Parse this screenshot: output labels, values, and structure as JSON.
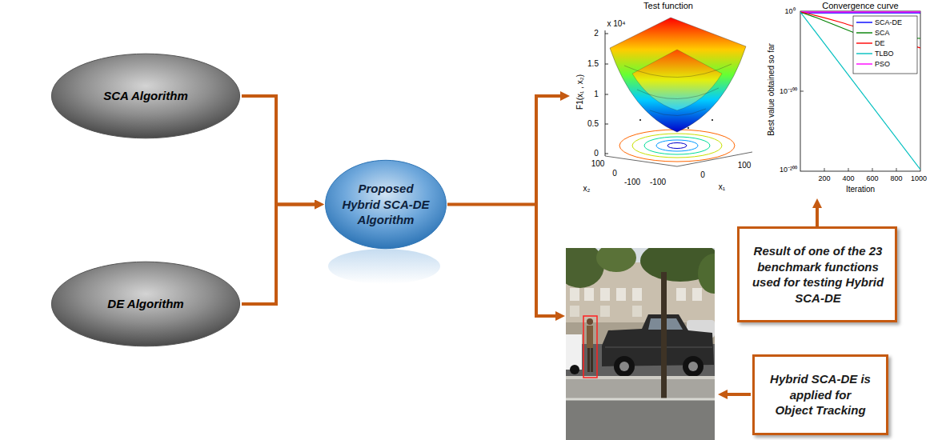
{
  "diagram": {
    "nodes": [
      {
        "text": [
          "SCA Algorithm"
        ]
      },
      {
        "text": [
          "DE Algorithm"
        ]
      },
      {
        "text": [
          "Proposed Hybrid SCA-DE Algorithm"
        ]
      },
      {
        "text": [
          "Test function"
        ]
      },
      {
        "text": [
          "Convergence curve"
        ]
      },
      {
        "text": [
          "Result of one of the 23 benchmark functions used for testing Hybrid SCA-DE"
        ]
      },
      {
        "text": [
          "Hybrid SCA-DE is applied for Object Tracking"
        ]
      }
    ],
    "edges": [
      {
        "from": 0,
        "to": 2,
        "arrow": "to"
      },
      {
        "from": 1,
        "to": 2,
        "arrow": "to"
      },
      {
        "from": 2,
        "to": 3,
        "arrow": "to"
      },
      {
        "from": 5,
        "to": 4,
        "arrow": "to"
      }
    ],
    "labels": [
      "x 10⁴",
      "2",
      "1.5",
      "1",
      "0.5",
      "0",
      "F1(x₁ , x₂)",
      "100",
      "0",
      "-100",
      "x₂",
      "-100",
      "0",
      "100",
      "x₁",
      "10⁰",
      "10⁻¹⁰⁰",
      "10⁻²⁰⁰",
      "Best value obtained so far",
      "200",
      "400",
      "600",
      "800",
      "1000",
      "Iteration"
    ],
    "legend": [
      {
        "text": "SCA-DE"
      },
      {
        "text": "SCA"
      },
      {
        "text": "DE"
      },
      {
        "text": "TLBO"
      },
      {
        "text": "PSO"
      }
    ]
  }
}
